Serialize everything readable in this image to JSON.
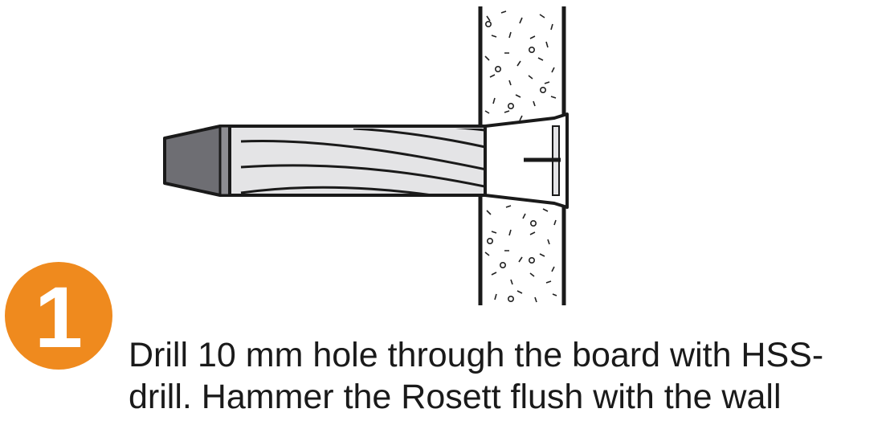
{
  "step": {
    "number": "1",
    "color": "#ef8a1e"
  },
  "caption": {
    "line1": "Drill 10 mm hole through the board with HSS-",
    "line2": "drill. Hammer the Rosett flush with the wall"
  }
}
